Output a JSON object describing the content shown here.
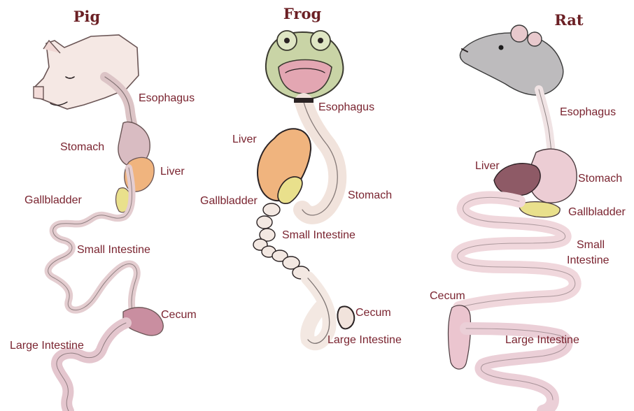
{
  "titles": {
    "pig": "Pig",
    "frog": "Frog",
    "rat": "Rat"
  },
  "pig": {
    "esophagus": "Esophagus",
    "stomach": "Stomach",
    "liver": "Liver",
    "gallbladder": "Gallbladder",
    "small_intestine": "Small Intestine",
    "cecum": "Cecum",
    "large_intestine": "Large Intestine"
  },
  "frog": {
    "esophagus": "Esophagus",
    "liver": "Liver",
    "gallbladder": "Gallbladder",
    "stomach": "Stomach",
    "small_intestine": "Small Intestine",
    "cecum": "Cecum",
    "large_intestine": "Large Intestine"
  },
  "rat": {
    "esophagus": "Esophagus",
    "liver": "Liver",
    "stomach": "Stomach",
    "gallbladder": "Gallbladder",
    "small_intestine_1": "Small",
    "small_intestine_2": "Intestine",
    "cecum": "Cecum",
    "large_intestine": "Large Intestine"
  },
  "colors": {
    "label": "#7a2430",
    "title": "#6b1f24",
    "gut_pink": "#ead0d3",
    "liver_orange": "#f0b47e",
    "gallbladder_yellow": "#e9e08c",
    "rat_liver": "#8e5a66"
  }
}
